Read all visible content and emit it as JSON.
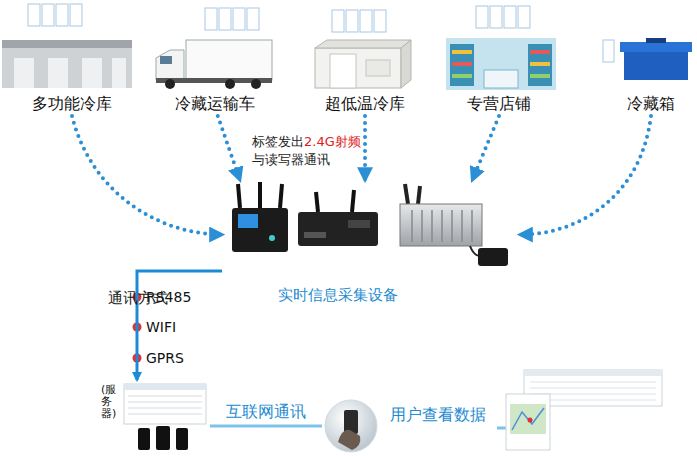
{
  "diagram": {
    "nodes": [
      {
        "text": [
          "多功能冷库"
        ]
      },
      {
        "text": [
          "冷藏运输车"
        ]
      },
      {
        "text": [
          "超低温冷库"
        ]
      },
      {
        "text": [
          "专营店铺"
        ]
      },
      {
        "text": [
          "冷藏箱"
        ]
      },
      {
        "text": [
          "实时信息采集设备"
        ]
      },
      {
        "text": [
          "(服务器)"
        ]
      },
      {
        "text": [
          "用户查看数据"
        ]
      }
    ],
    "edges": [
      {
        "from": 0,
        "to": 5,
        "arrow": "to"
      },
      {
        "from": 1,
        "to": 5,
        "arrow": "to"
      },
      {
        "from": 2,
        "to": 5,
        "arrow": "to"
      },
      {
        "from": 3,
        "to": 5,
        "arrow": "to"
      },
      {
        "from": 4,
        "to": 5,
        "arrow": "to"
      },
      {
        "from": 5,
        "to": 6,
        "arrow": "to"
      },
      {
        "from": 6,
        "to": 7,
        "label": "互联网通讯",
        "arrow": "none"
      }
    ],
    "labels": [
      "标签发出",
      "2.4G射频",
      "与读写器通讯",
      "通讯方式",
      "RS485",
      "WIFI",
      "GPRS"
    ]
  }
}
